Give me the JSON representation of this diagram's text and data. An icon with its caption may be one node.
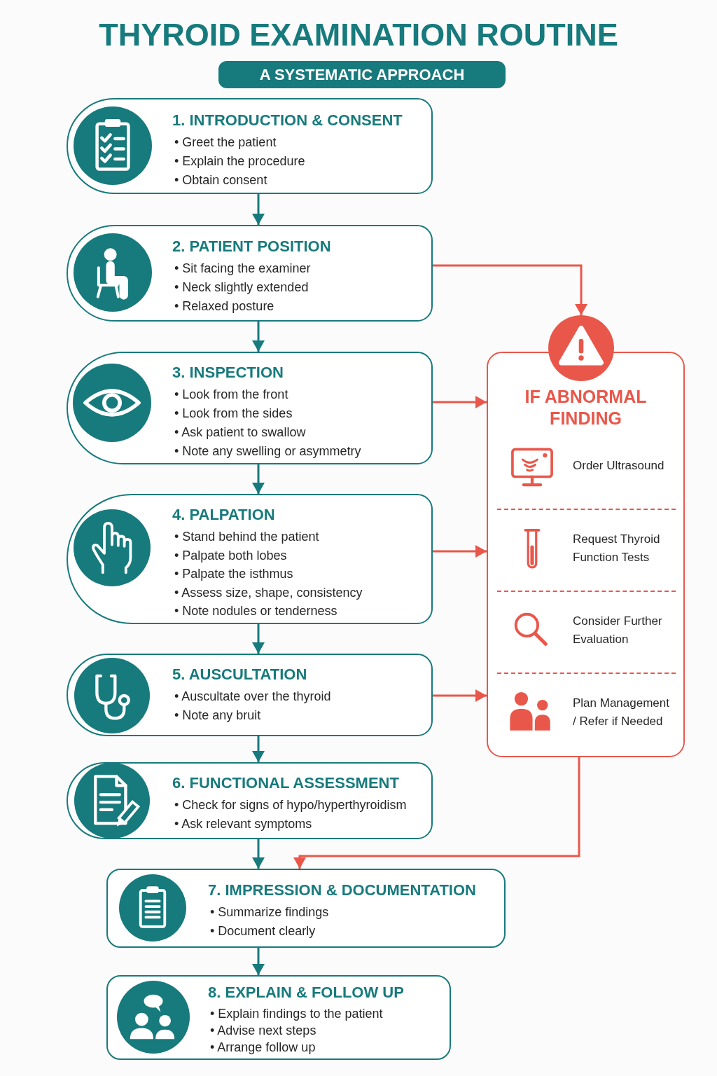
{
  "diagram": {
    "title": "THYROID EXAMINATION ROUTINE",
    "nodes": [
      {
        "text": [
          "A SYSTEMATIC APPROACH"
        ]
      },
      {
        "text": [
          "1. INTRODUCTION & CONSENT",
          "• Greet the patient",
          "• Explain the procedure",
          "• Obtain consent"
        ]
      },
      {
        "text": [
          "2. PATIENT POSITION",
          "• Sit facing the examiner",
          "• Neck slightly extended",
          "• Relaxed posture"
        ]
      },
      {
        "text": [
          "3. INSPECTION",
          "• Look from the front",
          "• Look from the sides",
          "• Ask patient to swallow",
          "• Note any swelling or asymmetry"
        ]
      },
      {
        "text": [
          "4. PALPATION",
          "• Stand behind the patient",
          "• Palpate both lobes",
          "• Palpate the isthmus",
          "• Assess size, shape, consistency",
          "• Note nodules or tenderness"
        ]
      },
      {
        "text": [
          "5. AUSCULTATION",
          "• Auscultate over the thyroid",
          "• Note any bruit"
        ]
      },
      {
        "text": [
          "6. FUNCTIONAL ASSESSMENT",
          "• Check for signs of hypo/hyperthyroidism",
          "• Ask relevant symptoms"
        ]
      },
      {
        "text": [
          "7. IMPRESSION & DOCUMENTATION",
          "• Summarize findings",
          "• Document clearly"
        ]
      },
      {
        "text": [
          "8. EXPLAIN & FOLLOW UP",
          "• Explain findings to the patient",
          "• Advise next steps",
          "• Arrange follow up"
        ]
      },
      {
        "text": [],
        "shape": "circle"
      },
      {
        "text": [
          "IF ABNORMAL FINDING",
          "Order Ultrasound",
          "Request Thyroid Function Tests",
          "Consider Further Evaluation",
          "Plan Management / Refer if Needed"
        ]
      }
    ],
    "edges": [
      {
        "from": 1,
        "to": 2,
        "arrow": "to"
      },
      {
        "from": 2,
        "to": 3,
        "arrow": "to"
      },
      {
        "from": 3,
        "to": 4,
        "arrow": "to"
      },
      {
        "from": 4,
        "to": 5,
        "arrow": "to"
      },
      {
        "from": 5,
        "to": 6,
        "arrow": "to"
      },
      {
        "from": 6,
        "to": 7,
        "arrow": "to"
      },
      {
        "from": 7,
        "to": 8,
        "arrow": "to"
      },
      {
        "from": 2,
        "to": 9,
        "arrow": "to",
        "color": "#e9574b"
      },
      {
        "from": 3,
        "to": 10,
        "arrow": "to",
        "color": "#e9574b"
      },
      {
        "from": 4,
        "to": 10,
        "arrow": "to",
        "color": "#e9574b"
      },
      {
        "from": 5,
        "to": 10,
        "arrow": "to",
        "color": "#e9574b"
      },
      {
        "from": 10,
        "to": 7,
        "arrow": "to",
        "color": "#e9574b"
      }
    ]
  }
}
